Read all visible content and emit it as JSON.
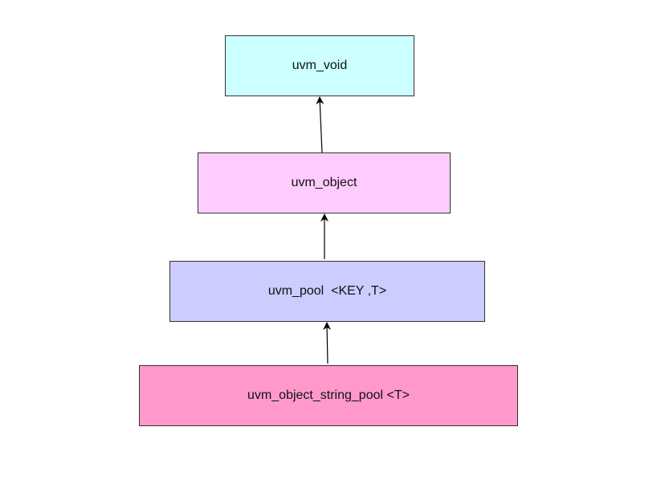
{
  "diagram": {
    "nodes": [
      {
        "id": "uvm-void",
        "label": "uvm_void",
        "fill": "#ccffff"
      },
      {
        "id": "uvm-object",
        "label": "uvm_object",
        "fill": "#ffccff"
      },
      {
        "id": "uvm-pool",
        "label": "uvm_pool  <KEY ,T>",
        "fill": "#ccccff"
      },
      {
        "id": "uvm-object-string-pool",
        "label": "uvm_object_string_pool <T>",
        "fill": "#ff99cc"
      }
    ],
    "edges": [
      {
        "from": "uvm-object",
        "to": "uvm-void"
      },
      {
        "from": "uvm-pool",
        "to": "uvm-object"
      },
      {
        "from": "uvm-object-string-pool",
        "to": "uvm-pool"
      }
    ]
  }
}
